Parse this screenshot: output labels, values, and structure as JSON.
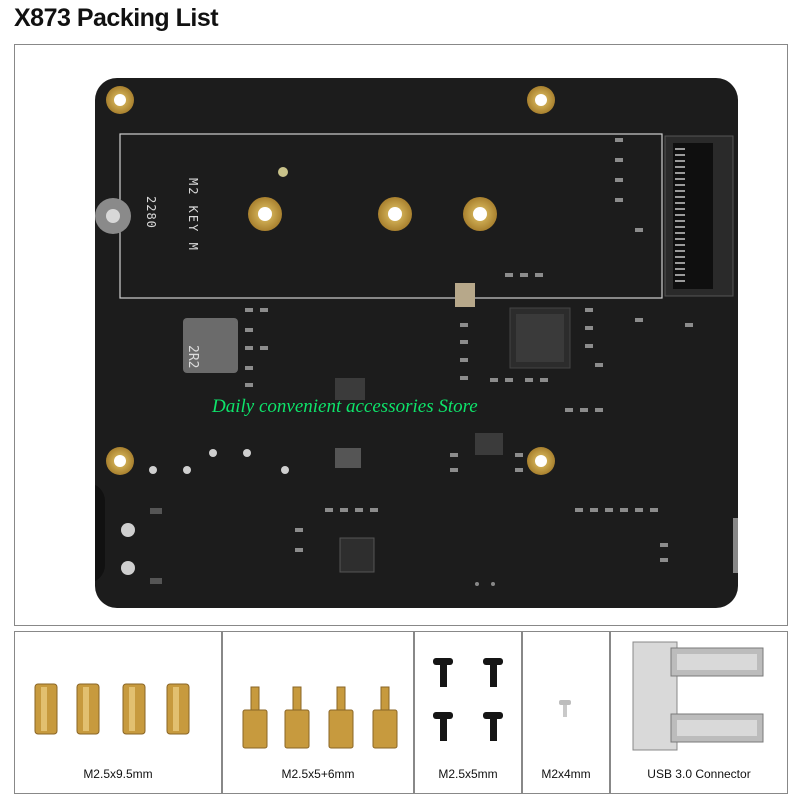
{
  "title": "X873 Packing List",
  "board": {
    "silkscreen_m2": "M2 KEY M",
    "silkscreen_2280": "2280",
    "inductor_marking": "2R2"
  },
  "watermark": "Daily convenient accessories Store",
  "items": [
    {
      "label": "M2.5x9.5mm",
      "quantity": 4
    },
    {
      "label": "M2.5x5+6mm",
      "quantity": 4
    },
    {
      "label": "M2.5x5mm",
      "quantity": 4
    },
    {
      "label": "M2x4mm",
      "quantity": 1
    },
    {
      "label": "USB 3.0 Connector",
      "quantity": 1
    }
  ],
  "colors": {
    "pcb": "#1c1c1c",
    "pad_gold": "#c9a24a",
    "brass": "#c79a3e",
    "watermark": "#0ee36a"
  }
}
